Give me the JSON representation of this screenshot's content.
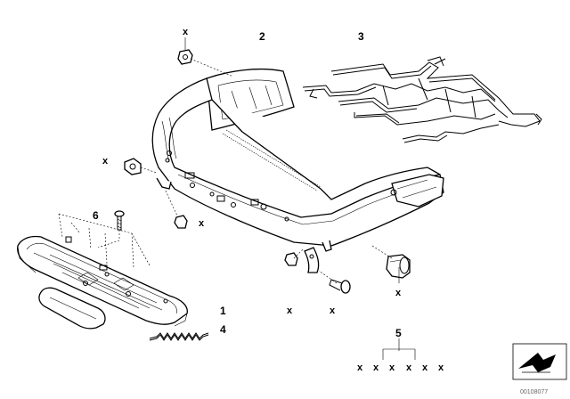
{
  "callouts": {
    "c1": "1",
    "c2": "2",
    "c3": "3",
    "c4": "4",
    "c5": "5",
    "c6": "6",
    "x": "x"
  },
  "drawing_id": "00108077"
}
